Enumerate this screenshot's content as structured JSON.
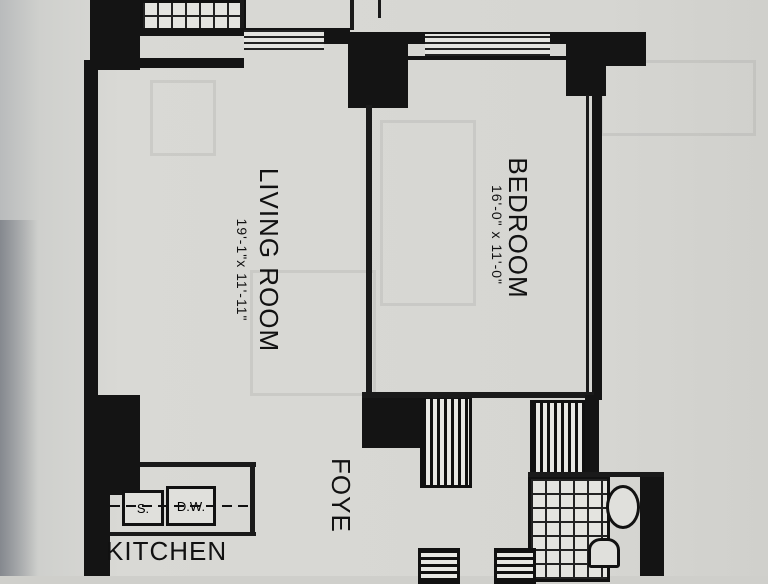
{
  "rooms": {
    "living_room": {
      "name": "LIVING ROOM",
      "dimensions": "19'-1\"x 11'-11\""
    },
    "bedroom": {
      "name": "BEDROOM",
      "dimensions": "16'-0\" x 11'-0\""
    },
    "kitchen": {
      "name": "KITCHEN"
    },
    "foyer": {
      "name": "FOYE"
    }
  },
  "appliances": {
    "sink": "S.",
    "dishwasher": "D.W."
  },
  "colors": {
    "ink": "#141414",
    "paper": "#d9d9d5"
  }
}
